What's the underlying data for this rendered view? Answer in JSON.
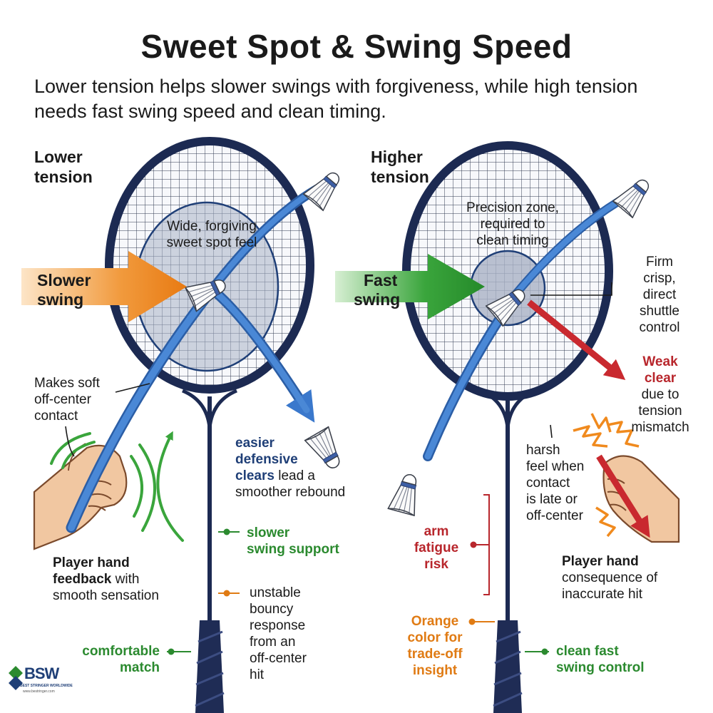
{
  "title": "Sweet Spot & Swing Speed",
  "subtitle": "Lower tension helps slower swings with forgiveness, while high tension needs fast swing speed and clean timing.",
  "left": {
    "heading_line1": "Lower",
    "heading_line2": "tension",
    "sweet_spot_label_line1": "Wide, forgiving",
    "sweet_spot_label_line2": "sweet spot feel",
    "swing_label_line1": "Slower",
    "swing_label_line2": "swing",
    "offcenter_line1": "Makes soft",
    "offcenter_line2": "off-center",
    "offcenter_line3": "contact",
    "defensive_line1": "easier",
    "defensive_line2": "defensive",
    "defensive_line3": "clears",
    "defensive_line3_rest": "lead a",
    "defensive_line4": "smoother rebound",
    "hand_line1": "Player hand",
    "hand_line2_bold": "feedback",
    "hand_line2_rest": "with",
    "hand_line3": "smooth sensation",
    "support_line1": "slower",
    "support_line2": "swing support",
    "unstable_line1": "unstable",
    "unstable_line2": "bouncy",
    "unstable_line3": "response",
    "unstable_line4": "from an",
    "unstable_line5": "off-center",
    "unstable_line6": "hit",
    "comfort_line1": "comfortable",
    "comfort_line2": "match"
  },
  "right": {
    "heading_line1": "Higher",
    "heading_line2": "tension",
    "precision_line1": "Precision zone,",
    "precision_line2": "required to",
    "precision_line3": "clean timing",
    "swing_label_line1": "Fast",
    "swing_label_line2": "swing",
    "firm_line1": "Firm",
    "firm_line2": "crisp,",
    "firm_line3": "direct",
    "firm_line4": "shuttle",
    "firm_line5": "control",
    "weak_line1": "Weak",
    "weak_line2": "clear",
    "weak_line3": "due to",
    "weak_line4": "tension",
    "weak_line5": "mismatch",
    "harsh_line1": "harsh",
    "harsh_line2": "feel when",
    "harsh_line3": "contact",
    "harsh_line4": "is late or",
    "harsh_line5": "off-center",
    "arm_line1": "arm",
    "arm_line2": "fatigue",
    "arm_line3": "risk",
    "hand_line1": "Player hand",
    "hand_line2": "consequence of",
    "hand_line3": "inaccurate hit",
    "orange_line1": "Orange",
    "orange_line2": "color for",
    "orange_line3": "trade-off",
    "orange_line4": "insight",
    "control_line1": "clean fast",
    "control_line2": "swing control"
  },
  "logo": {
    "name": "BSW",
    "tagline": "BEST STRINGER WORLDWIDE",
    "url": "www.bestringer.com"
  },
  "colors": {
    "navy": "#1f3f77",
    "frame": "#1c2a52",
    "trajectory_blue": "#3a78cc",
    "orange": "#e88423",
    "green": "#2b8a2f",
    "red": "#c9292f"
  }
}
